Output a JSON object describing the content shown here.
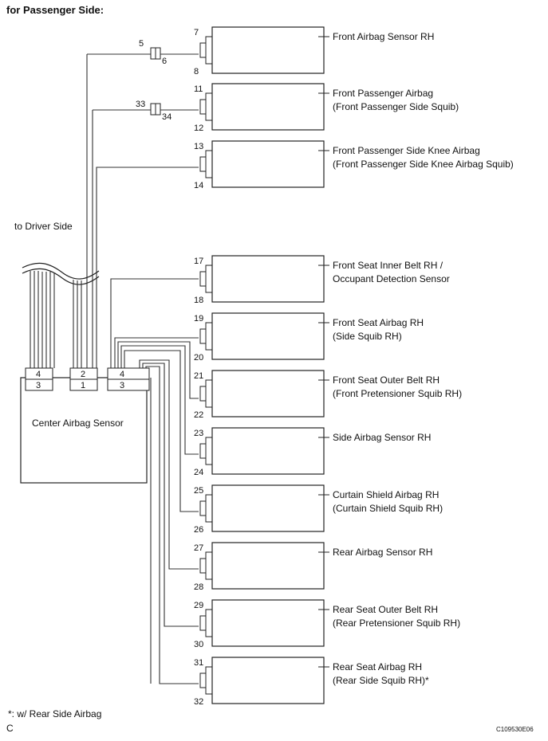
{
  "heading": "for Passenger Side:",
  "to_driver_label": "to Driver Side",
  "center": {
    "label": "Center Airbag Sensor",
    "conn_a": {
      "top": "4",
      "bottom": "3"
    },
    "conn_b": {
      "top": "2",
      "bottom": "1"
    },
    "conn_c": {
      "top": "4",
      "bottom": "3"
    }
  },
  "junctions": [
    {
      "left": "5",
      "right": "6"
    },
    {
      "left": "33",
      "right": "34"
    }
  ],
  "components": [
    {
      "pin_top": "7",
      "pin_bottom": "8",
      "line1": "Front Airbag Sensor RH",
      "line2": ""
    },
    {
      "pin_top": "11",
      "pin_bottom": "12",
      "line1": "Front Passenger Airbag",
      "line2": "(Front Passenger Side Squib)"
    },
    {
      "pin_top": "13",
      "pin_bottom": "14",
      "line1": "Front Passenger Side Knee Airbag",
      "line2": "(Front Passenger Side Knee Airbag Squib)"
    },
    {
      "pin_top": "17",
      "pin_bottom": "18",
      "line1": "Front Seat Inner Belt RH /",
      "line2": "Occupant Detection Sensor"
    },
    {
      "pin_top": "19",
      "pin_bottom": "20",
      "line1": "Front Seat Airbag RH",
      "line2": "(Side Squib RH)"
    },
    {
      "pin_top": "21",
      "pin_bottom": "22",
      "line1": "Front Seat Outer Belt RH",
      "line2": "(Front Pretensioner Squib RH)"
    },
    {
      "pin_top": "23",
      "pin_bottom": "24",
      "line1": "Side Airbag Sensor RH",
      "line2": ""
    },
    {
      "pin_top": "25",
      "pin_bottom": "26",
      "line1": "Curtain Shield Airbag RH",
      "line2": "(Curtain Shield Squib RH)"
    },
    {
      "pin_top": "27",
      "pin_bottom": "28",
      "line1": "Rear Airbag Sensor RH",
      "line2": ""
    },
    {
      "pin_top": "29",
      "pin_bottom": "30",
      "line1": "Rear Seat Outer Belt RH",
      "line2": "(Rear Pretensioner Squib RH)"
    },
    {
      "pin_top": "31",
      "pin_bottom": "32",
      "line1": "Rear Seat Airbag RH",
      "line2": "(Rear Side Squib RH)*"
    }
  ],
  "footnote": "*: w/ Rear Side Airbag",
  "corner_letter": "C",
  "figure_code": "C109530E06"
}
